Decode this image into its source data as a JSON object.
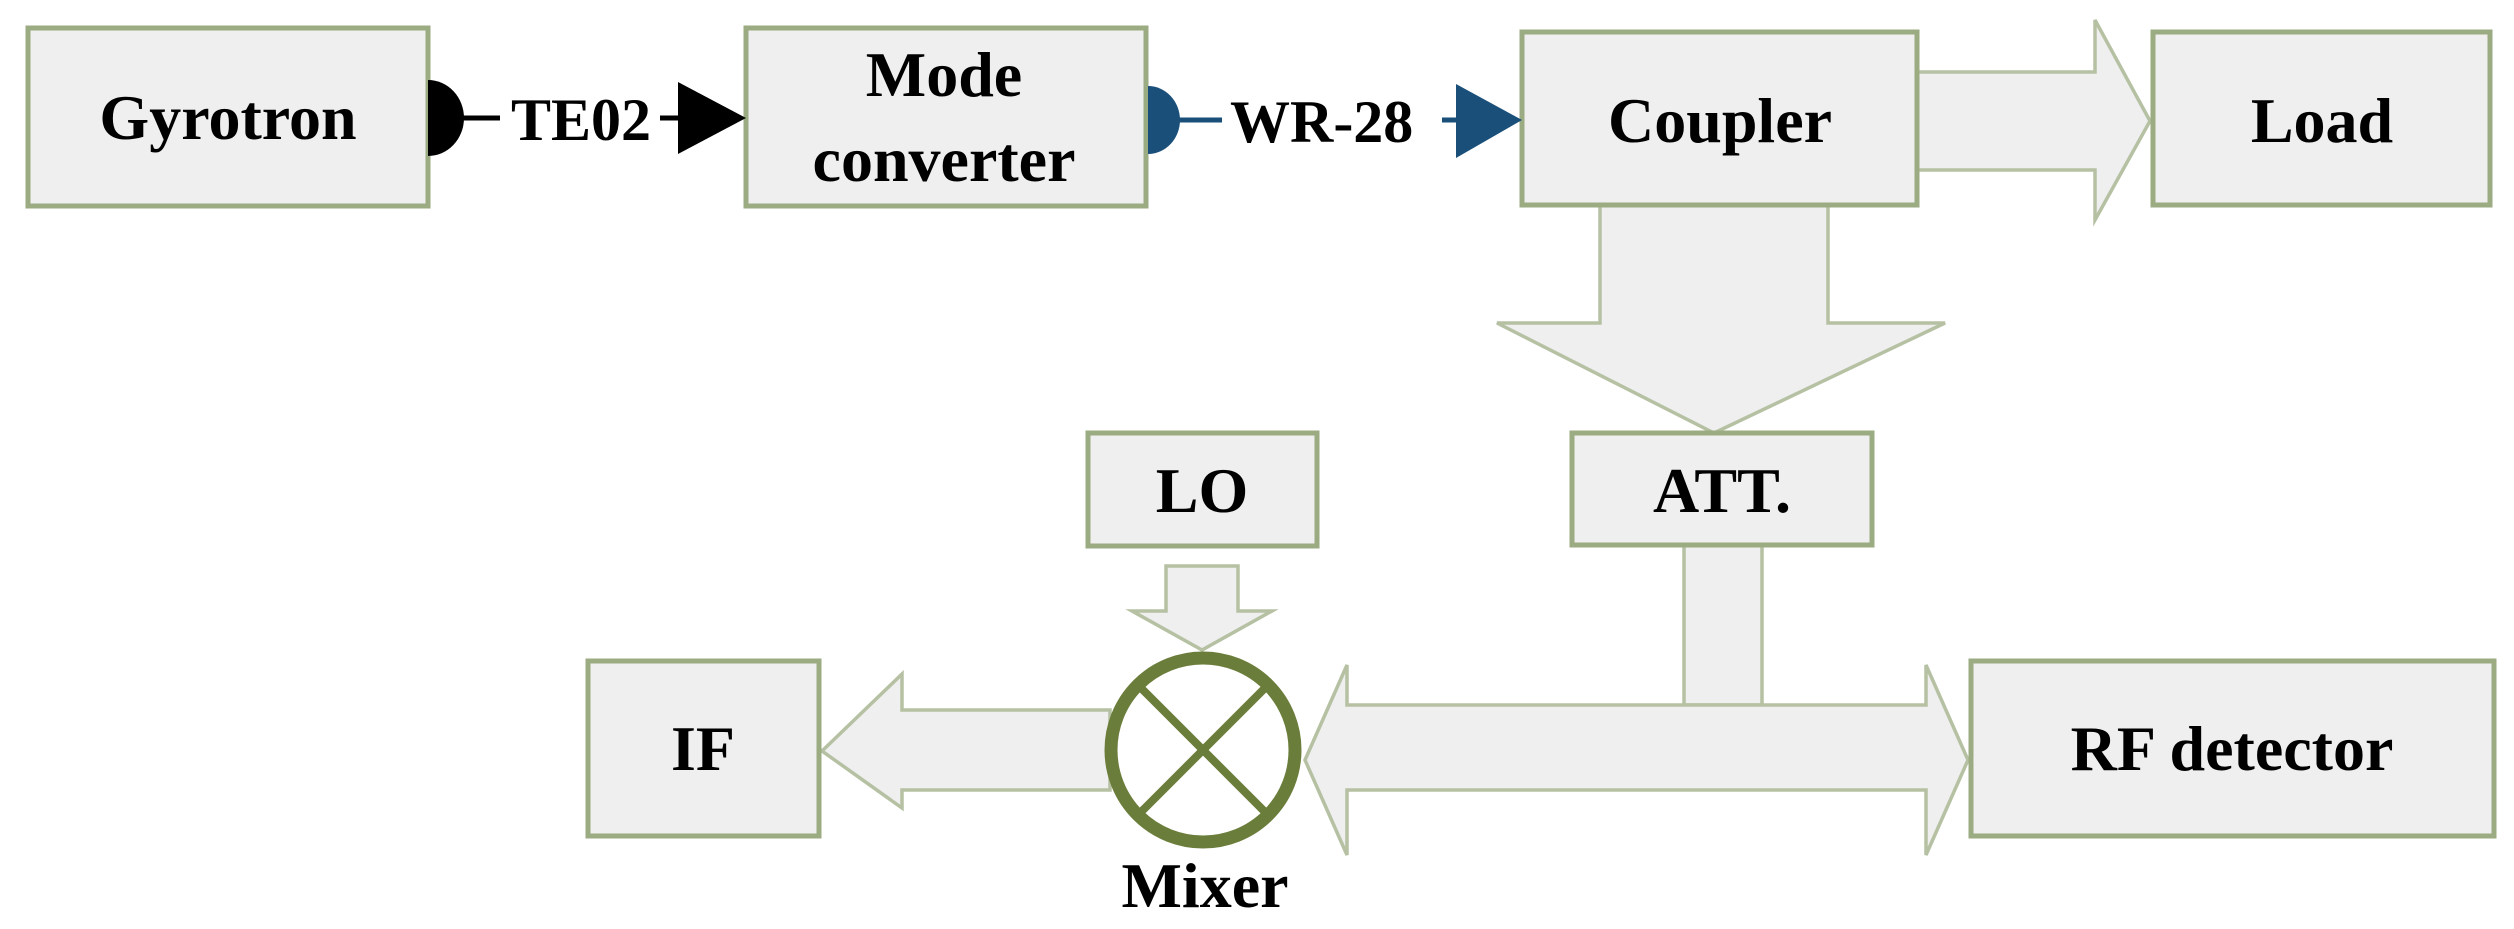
{
  "blocks": {
    "gyrotron": "Gyrotron",
    "mode_converter_line1": "Mode",
    "mode_converter_line2": "converter",
    "coupler": "Coupler",
    "load": "Load",
    "attenuator": "ATT.",
    "lo": "LO",
    "if": "IF",
    "rf_detector": "RF detector",
    "mixer": "Mixer"
  },
  "connections": {
    "te02": "TE02",
    "wr28": "WR-28"
  },
  "colors": {
    "box_fill": "#efefef",
    "box_border": "#9bab82",
    "arrow_border": "#b6c1a3",
    "te02_connector": "#000000",
    "wr28_connector": "#1a4f7a",
    "mixer_ring": "#6b7d3a"
  }
}
